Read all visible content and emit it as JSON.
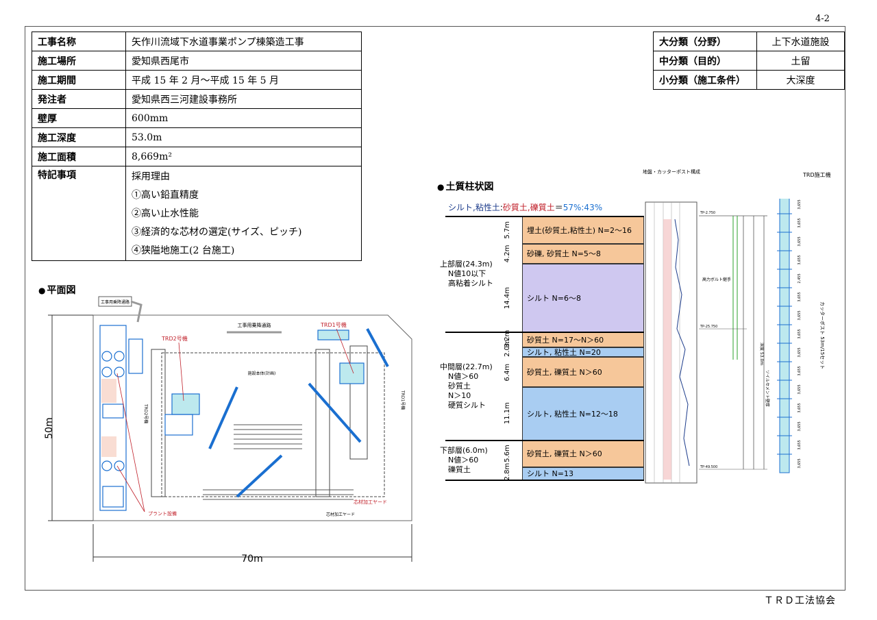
{
  "page_number": "4-2",
  "footer": "ＴＲＤ工法協会",
  "info": {
    "rows": [
      {
        "label": "工事名称",
        "value": "矢作川流域下水道事業ポンプ棟築造工事"
      },
      {
        "label": "施工場所",
        "value": "愛知県西尾市"
      },
      {
        "label": "施工期間",
        "value": "平成 15 年 2 月～平成 15 年 5 月"
      },
      {
        "label": "発注者",
        "value": "愛知県西三河建設事務所"
      },
      {
        "label": "壁厚",
        "value": "600mm"
      },
      {
        "label": "施工深度",
        "value": "53.0m"
      },
      {
        "label": "施工面積",
        "value": "8,669m²"
      }
    ],
    "notes_label": "特記事項",
    "notes": [
      "採用理由",
      "①高い鉛直精度",
      "②高い止水性能",
      "③経済的な芯材の選定(サイズ、ピッチ)",
      "④狭隘地施工(2 台施工)"
    ]
  },
  "classification": [
    {
      "label": "大分類（分野）",
      "value": "上下水道施設"
    },
    {
      "label": "中分類（目的）",
      "value": "土留"
    },
    {
      "label": "小分類（施工条件）",
      "value": "大深度"
    }
  ],
  "plan": {
    "title": "平面図",
    "bullet": "●",
    "labels": {
      "road_top_left": "工事用乗降通路",
      "road_center": "工事用乗降通路",
      "trd2": "TRD2号機",
      "trd1": "TRD1号機",
      "trd2_route": "TRD2号機",
      "trd1_route": "TRD1号機",
      "center_box": "施設本体(計画)",
      "plant": "プラント設備",
      "core_yard1": "芯材加工ヤード",
      "core_yard2": "芯材加工ヤード",
      "dim_width": "70m",
      "dim_height": "50m"
    },
    "colors": {
      "accent": "#1a6fd0",
      "red": "#c0202a",
      "teal": "#1aa3a0"
    }
  },
  "soil": {
    "title": "土質柱状図",
    "bullet": "●",
    "ratio_prefix": "シルト,粘性土",
    "ratio_colon": ":",
    "ratio_mid": "砂質土,礫質土",
    "ratio_eq": "＝",
    "ratio_value": "57%:43%",
    "header_note": "地盤・カッターポスト構成",
    "trd_label": "TRD施工機",
    "groups": [
      {
        "lines": [
          "上部層(24.3m)",
          "N値10以下",
          "高粘着シルト"
        ]
      },
      {
        "lines": [
          "中間層(22.7m)",
          "N値＞60",
          "砂質土",
          "N＞10",
          "硬質シルト"
        ]
      },
      {
        "lines": [
          "下部層(6.0m)",
          "N値＞60",
          "礫質土"
        ]
      }
    ],
    "layers": [
      {
        "thickness": "5.7m",
        "label": "埋土(砂質土,粘性土) N=2～16",
        "color": "#f6c79a"
      },
      {
        "thickness": "4.2m",
        "label": "砂礫, 砂質土 N=5～8",
        "color": "#f6c79a"
      },
      {
        "thickness": "14.4m",
        "label": "シルト N=6～8",
        "color": "#cfc8f0"
      },
      {
        "thickness": "3.2m",
        "label": "砂質土 N=17～N＞60",
        "color": "#f6c79a"
      },
      {
        "thickness": "2.0m",
        "label": "シルト, 粘性土 N=20",
        "color": "#a9cdf2"
      },
      {
        "thickness": "6.4m",
        "label": "砂質土, 礫質土 N＞60",
        "color": "#f6c79a"
      },
      {
        "thickness": "11.1m",
        "label": "シルト, 粘性土 N=12～18",
        "color": "#a9cdf2"
      },
      {
        "thickness": "5.6m",
        "label": "砂質土, 礫質土 N＞60",
        "color": "#f6c79a"
      },
      {
        "thickness": "2.8m",
        "label": "シルト N=13",
        "color": "#a9cdf2"
      }
    ],
    "cutter_label": "カッターポスト 53m/15セット",
    "segment_labels": [
      "3,655",
      "3,655",
      "3,655",
      "3,655",
      "2,455",
      "3,655",
      "3,655",
      "3,655",
      "3,655",
      "3,655",
      "3,655",
      "3,655",
      "3,655",
      "3,655",
      "3,655"
    ],
    "diagram_texts": {
      "depth_total": "深度 53.0m",
      "bolt": "高力ボルト継手",
      "soil_cement": "ソイルセメント壁厚",
      "label_a": "TP-2.750",
      "label_b": "TP-25.750",
      "label_c": "TP-49.500"
    }
  }
}
